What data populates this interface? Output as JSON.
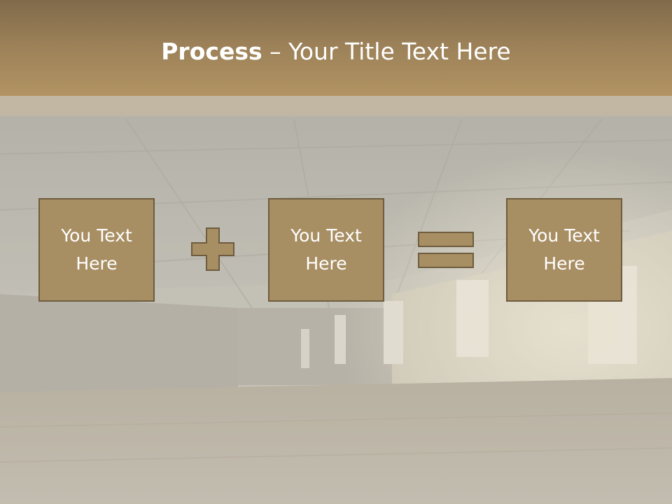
{
  "title": {
    "bold": "Process",
    "rest": " – Your Title Text Here"
  },
  "boxes": [
    {
      "label": "You Text Here"
    },
    {
      "label": "You Text Here"
    },
    {
      "label": "You Text Here"
    }
  ],
  "operators": [
    "plus-icon",
    "equals-icon"
  ],
  "colors": {
    "header": "#9b8058",
    "box_fill": "#a88e63",
    "box_border": "#6e5c3f",
    "text": "#ffffff"
  }
}
